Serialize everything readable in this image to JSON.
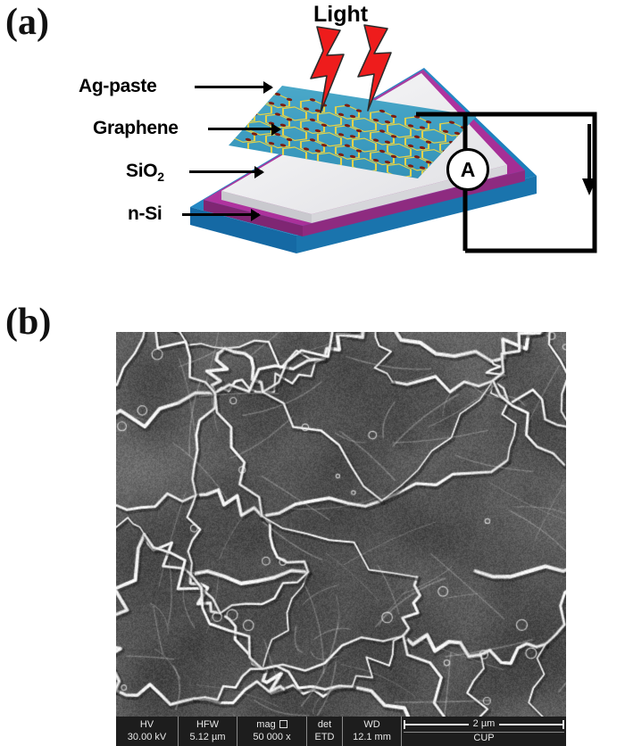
{
  "figure": {
    "panel_a_letter": "(a)",
    "panel_b_letter": "(b)"
  },
  "schematic": {
    "light_label": "Light",
    "layers": [
      {
        "name": "ag-paste",
        "label": "Ag-paste",
        "color": "#e9eaec"
      },
      {
        "name": "graphene",
        "label": "Graphene",
        "color": "#e0c03a"
      },
      {
        "name": "sio2",
        "label": "SiO",
        "sub": "2",
        "color": "#b0339f"
      },
      {
        "name": "n-si",
        "label": "n-Si",
        "color": "#1d84c3"
      }
    ],
    "ammeter_label": "A",
    "colors": {
      "n_si": "#1d84c3",
      "n_si_side": "#1569a4",
      "sio2": "#b0339f",
      "sio2_side": "#8e2b80",
      "ag_paste": "#efeff1",
      "ag_paste_side": "#c9c9ce",
      "graphene_substrate": "#3fa0c4",
      "graphene_bond": "#e3d24a",
      "graphene_atom": "#7d1d11",
      "light_bolt": "#ee1c1c",
      "wire": "#000000"
    }
  },
  "sem": {
    "info": {
      "hv_label": "HV",
      "hv_value": "30.00 kV",
      "hfw_label": "HFW",
      "hfw_value": "5.12 µm",
      "mag_label": "mag",
      "mag_value": "50 000 x",
      "det_label": "det",
      "det_value": "ETD",
      "wd_label": "WD",
      "wd_value": "12.1 mm",
      "scale_text": "2 µm",
      "institution": "CUP"
    }
  }
}
